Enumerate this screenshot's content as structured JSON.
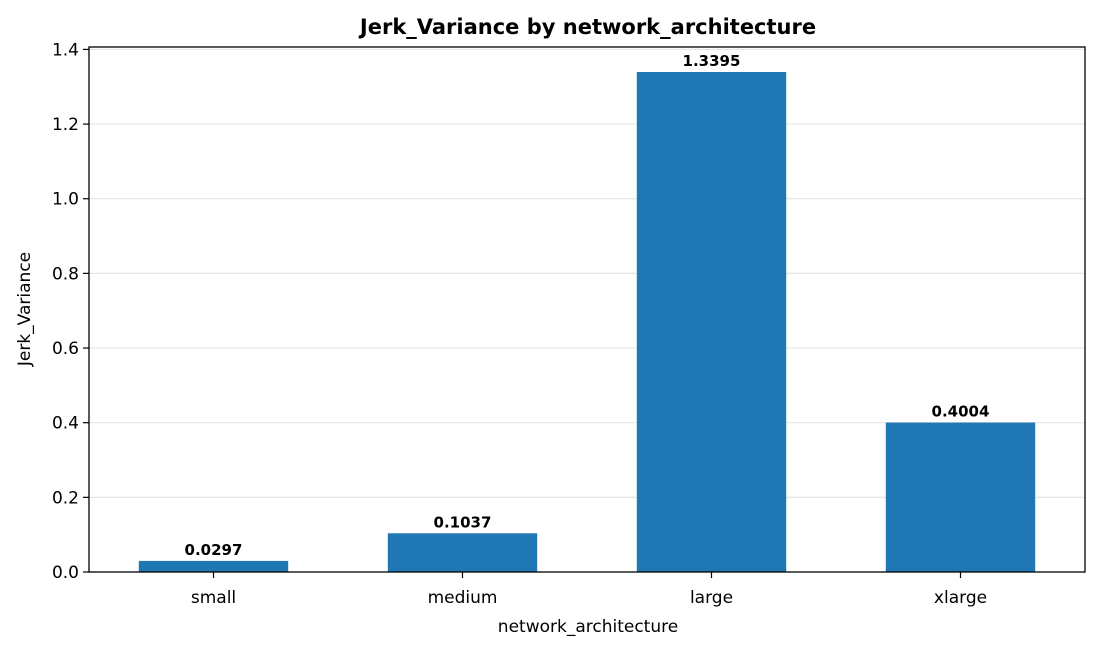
{
  "chart_data": {
    "type": "bar",
    "title": "Jerk_Variance by network_architecture",
    "xlabel": "network_architecture",
    "ylabel": "Jerk_Variance",
    "categories": [
      "small",
      "medium",
      "large",
      "xlarge"
    ],
    "values": [
      0.0297,
      0.1037,
      1.3395,
      0.4004
    ],
    "value_labels": [
      "0.0297",
      "0.1037",
      "1.3395",
      "0.4004"
    ],
    "ylim": [
      0,
      1.4065
    ],
    "yticks": [
      0.0,
      0.2,
      0.4,
      0.6,
      0.8,
      1.0,
      1.2,
      1.4
    ],
    "ytick_labels": [
      "0.0",
      "0.2",
      "0.4",
      "0.6",
      "0.8",
      "1.0",
      "1.2",
      "1.4"
    ],
    "grid": "horizontal",
    "legend": "none",
    "bar_color": "#1f77b4"
  }
}
